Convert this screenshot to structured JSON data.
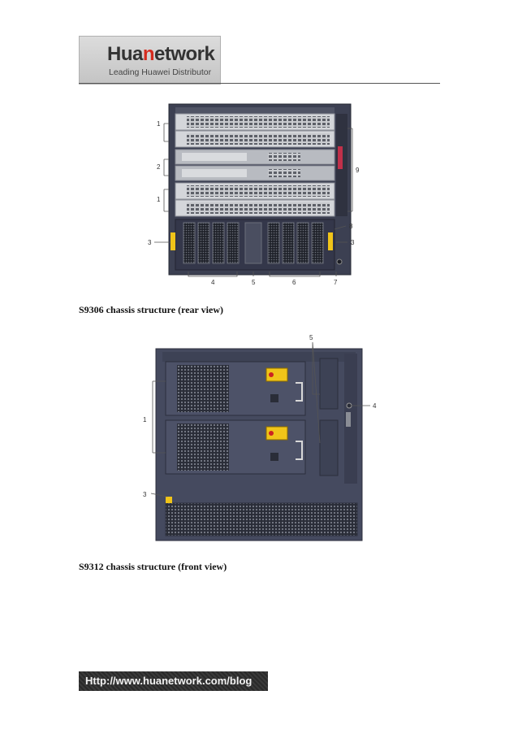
{
  "header": {
    "logo_word_1": "Hua",
    "logo_word_2": "n",
    "logo_word_3": "etwork",
    "logo_tagline": "Leading Huawei Distributor"
  },
  "figure1": {
    "caption": "S9306 chassis structure (rear view)",
    "callouts": {
      "c1_upper": "1",
      "c2": "2",
      "c1_lower": "1",
      "c3_left": "3",
      "c9": "9",
      "c8": "8",
      "c3_right": "3",
      "c4": "4",
      "c5": "5",
      "c6": "6",
      "c7": "7"
    }
  },
  "figure2": {
    "caption": "S9312 chassis structure (front view)",
    "callouts": {
      "c5": "5",
      "c4": "4",
      "c1": "1",
      "c3": "3"
    }
  },
  "footer": {
    "banner_text": "Http://www.huanetwork.com/blog"
  },
  "colors": {
    "brand_red": "#d52b1e",
    "chassis_dark": "#3c4052",
    "warning_yellow": "#f0c419"
  }
}
